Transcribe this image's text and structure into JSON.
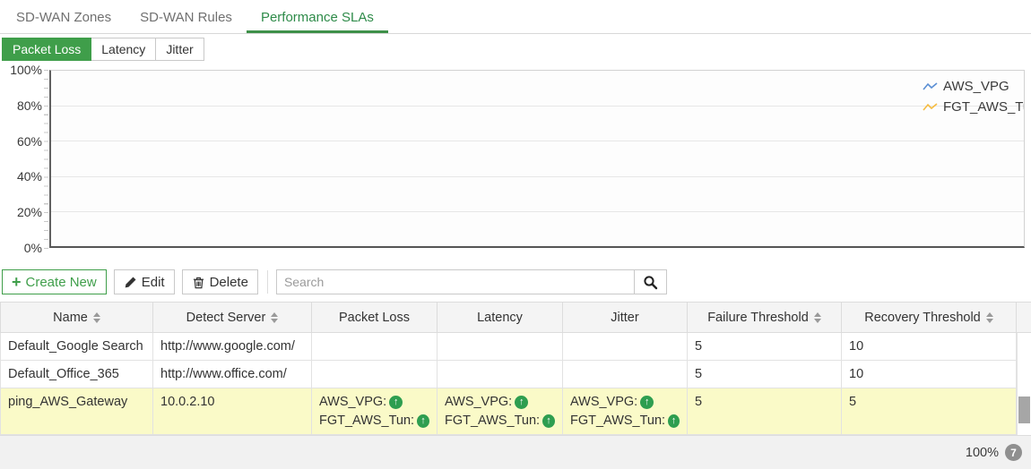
{
  "colors": {
    "accent_green": "#3f9e4a",
    "active_tab_green": "#2e8b49",
    "highlight_yellow": "#fafac8",
    "legend_blue": "#5b8fd4",
    "legend_yellow": "#f6bc41"
  },
  "icons": {
    "up_arrow": "↑",
    "plus": "+"
  },
  "tabs": {
    "active_index": 2,
    "items": [
      {
        "label": "SD-WAN Zones"
      },
      {
        "label": "SD-WAN Rules"
      },
      {
        "label": "Performance SLAs"
      }
    ]
  },
  "subtabs": {
    "active_index": 0,
    "items": [
      {
        "label": "Packet Loss"
      },
      {
        "label": "Latency"
      },
      {
        "label": "Jitter"
      }
    ]
  },
  "chart_data": {
    "type": "line",
    "title": "",
    "xlabel": "",
    "ylabel": "",
    "ylim": [
      0,
      100
    ],
    "yticks": [
      "100%",
      "80%",
      "60%",
      "40%",
      "20%",
      "0%"
    ],
    "grid": true,
    "legend_position": "top-right",
    "x": [],
    "series": [
      {
        "name": "AWS_VPG",
        "color": "#5b8fd4",
        "values": []
      },
      {
        "name": "FGT_AWS_Tun",
        "color": "#f6bc41",
        "values": []
      }
    ]
  },
  "toolbar": {
    "create_label": "Create New",
    "edit_label": "Edit",
    "delete_label": "Delete",
    "search_placeholder": "Search"
  },
  "table": {
    "columns": [
      {
        "label": "Name",
        "sortable": true
      },
      {
        "label": "Detect Server",
        "sortable": true
      },
      {
        "label": "Packet Loss",
        "sortable": false
      },
      {
        "label": "Latency",
        "sortable": false
      },
      {
        "label": "Jitter",
        "sortable": false
      },
      {
        "label": "Failure Threshold",
        "sortable": true
      },
      {
        "label": "Recovery Threshold",
        "sortable": true
      }
    ],
    "rows": [
      {
        "name": "Default_Google Search",
        "detect_server": "http://www.google.com/",
        "packet_loss": [],
        "latency": [],
        "jitter": [],
        "failure_threshold": "5",
        "recovery_threshold": "10",
        "highlighted": false
      },
      {
        "name": "Default_Office_365",
        "detect_server": "http://www.office.com/",
        "packet_loss": [],
        "latency": [],
        "jitter": [],
        "failure_threshold": "5",
        "recovery_threshold": "10",
        "highlighted": false
      },
      {
        "name": "ping_AWS_Gateway",
        "detect_server": "10.0.2.10",
        "packet_loss": [
          "AWS_VPG:",
          "FGT_AWS_Tun:"
        ],
        "latency": [
          "AWS_VPG:",
          "FGT_AWS_Tun:"
        ],
        "jitter": [
          "AWS_VPG:",
          "FGT_AWS_Tun:"
        ],
        "failure_threshold": "5",
        "recovery_threshold": "5",
        "highlighted": true
      }
    ]
  },
  "footer": {
    "zoom_level": "100%",
    "badge_count": "7"
  }
}
